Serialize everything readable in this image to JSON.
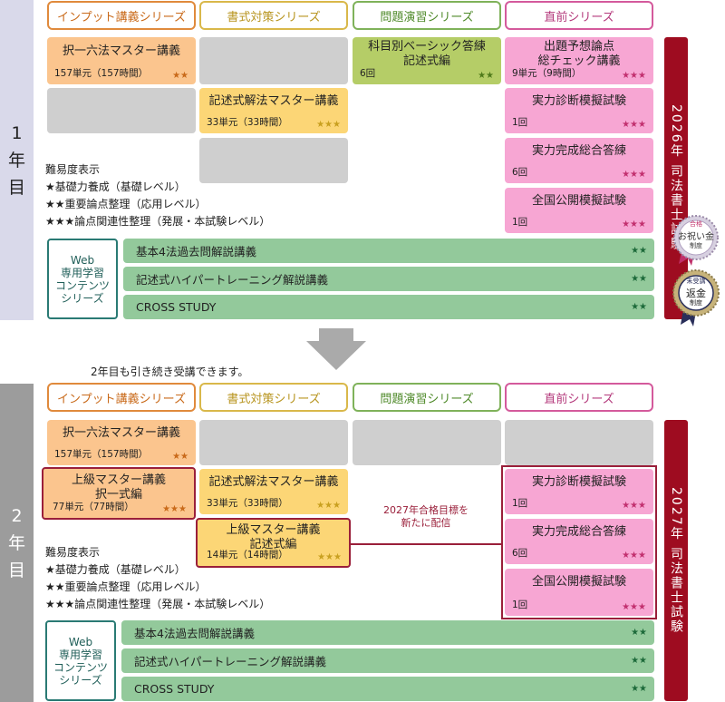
{
  "headers": [
    "インプット講義シリーズ",
    "書式対策シリーズ",
    "問題演習シリーズ",
    "直前シリーズ"
  ],
  "year1": {
    "year_label": [
      "1",
      "年",
      "目"
    ],
    "cards": {
      "input_1": {
        "title": "択一六法マスター講義",
        "sub": "157単元（157時間）",
        "stars": "★★"
      },
      "shoshiki_2": {
        "title": "記述式解法マスター講義",
        "sub": "33単元（33時間）",
        "stars": "★★★"
      },
      "mondai_1": {
        "title": "科目別ベーシック答練\n記述式編",
        "sub": "6回",
        "stars": "★★"
      },
      "chokuzen_1": {
        "title": "出題予想論点\n総チェック講義",
        "sub": "9単元（9時間）",
        "stars": "★★★"
      },
      "chokuzen_2": {
        "title": "実力診断模擬試験",
        "sub": "1回",
        "stars": "★★★"
      },
      "chokuzen_3": {
        "title": "実力完成総合答練",
        "sub": "6回",
        "stars": "★★★"
      },
      "chokuzen_4": {
        "title": "全国公開模擬試験",
        "sub": "1回",
        "stars": "★★★"
      }
    },
    "legend": {
      "title": "難易度表示",
      "l1": "★基礎力養成（基礎レベル）",
      "l2": "★★重要論点整理（応用レベル）",
      "l3": "★★★論点関連性整理（発展・本試験レベル）"
    },
    "web_label": "Web\n専用学習\nコンテンツ\nシリーズ",
    "web": [
      {
        "title": "基本4法過去問解説講義",
        "stars": "★★"
      },
      {
        "title": "記述式ハイパートレーニング解説講義",
        "stars": "★★"
      },
      {
        "title": "CROSS STUDY",
        "stars": "★★"
      }
    ],
    "exam": "2026年 司法書士試験",
    "badge1": {
      "top": "合格",
      "main": "お祝い金",
      "bottom": "制度"
    },
    "badge2": {
      "top": "未受講",
      "main": "返金",
      "bottom": "制度"
    }
  },
  "continue_note": "2年目も引き続き受講できます。",
  "year2": {
    "year_label": [
      "2",
      "年",
      "目"
    ],
    "cards": {
      "input_1": {
        "title": "択一六法マスター講義",
        "sub": "157単元（157時間）",
        "stars": "★★"
      },
      "input_2": {
        "title": "上級マスター講義\n択一式編",
        "sub": "77単元（77時間）",
        "stars": "★★★"
      },
      "shoshiki_2": {
        "title": "記述式解法マスター講義",
        "sub": "33単元（33時間）",
        "stars": "★★★"
      },
      "shoshiki_3": {
        "title": "上級マスター講義\n記述式編",
        "sub": "14単元（14時間）",
        "stars": "★★★"
      },
      "chokuzen_2": {
        "title": "実力診断模擬試験",
        "sub": "1回",
        "stars": "★★★"
      },
      "chokuzen_3": {
        "title": "実力完成総合答練",
        "sub": "6回",
        "stars": "★★★"
      },
      "chokuzen_4": {
        "title": "全国公開模擬試験",
        "sub": "1回",
        "stars": "★★★"
      }
    },
    "note": "2027年合格目標を\n新たに配信",
    "legend": {
      "title": "難易度表示",
      "l1": "★基礎力養成（基礎レベル）",
      "l2": "★★重要論点整理（応用レベル）",
      "l3": "★★★論点関連性整理（発展・本試験レベル）"
    },
    "web_label": "Web\n専用学習\nコンテンツ\nシリーズ",
    "web": [
      {
        "title": "基本4法過去問解説講義",
        "stars": "★★"
      },
      {
        "title": "記述式ハイパートレーニング解説講義",
        "stars": "★★"
      },
      {
        "title": "CROSS STUDY",
        "stars": "★★"
      }
    ],
    "exam": "2027年 司法書士試験"
  }
}
